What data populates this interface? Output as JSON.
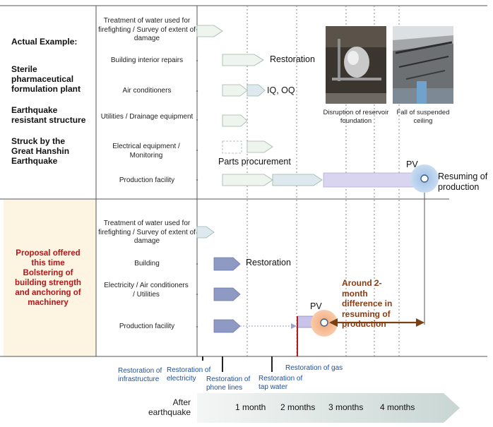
{
  "top_section": {
    "actual_example": "Actual Example:",
    "plant_type": "Sterile pharmaceutical formulation plant",
    "structure": "Earthquake resistant structure",
    "struck_by": "Struck by the Great Hanshin Earthquake",
    "rows": [
      "Treatment of water used for firefighting / Survey of extent of damage",
      "Building interior repairs",
      "Air conditioners",
      "Utilities / Drainage equipment",
      "Electrical equipment / Monitoring",
      "Production facility"
    ],
    "restoration_label": "Restoration",
    "iq_oq_label": "IQ, OQ",
    "parts_label": "Parts procurement",
    "pv_label": "PV",
    "resuming_label": "Resuming of production",
    "photo1_caption": "Disruption of reservoir foundation",
    "photo2_caption": "Fall of suspended ceiling"
  },
  "bottom_section": {
    "proposal": "Proposal offered this time Bolstering of building strength and anchoring of machinery",
    "rows": [
      "Treatment of water used for firefighting / Survey of extent of damage",
      "Building",
      "Electricity / Air conditioners / Utilities",
      "Production facility"
    ],
    "restoration_label": "Restoration",
    "pv_label": "PV",
    "difference_label": "Around 2-month difference in resuming of production"
  },
  "timeline": {
    "milestones": {
      "infrastructure": "Restoration of infrastructure",
      "electricity": "Restoration of electricity",
      "phone": "Restoration of phone lines",
      "tap_water": "Restoration of tap water",
      "gas": "Restoration of gas"
    },
    "after_label": "After earthquake",
    "months": [
      "1  month",
      "2  months",
      "3 months",
      "4  months"
    ]
  },
  "colors": {
    "band_bg": "#fdf5e2",
    "green_arrow": "#eef5ef",
    "teal_arrow": "#dde9ee",
    "purple_arrow": "#d9d4ef",
    "navy_arrow": "#8e9ac4",
    "brown_arrow": "#7a4010",
    "proposal_text": "#b3161b",
    "milestone_text": "#1f4e9a"
  }
}
